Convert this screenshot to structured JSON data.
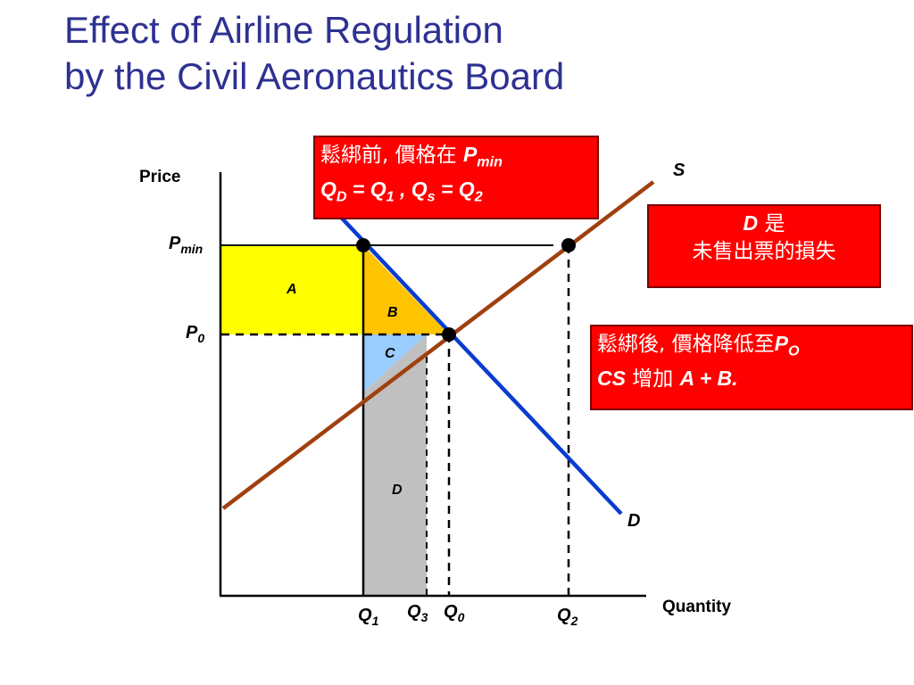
{
  "title": {
    "line1": "Effect of Airline Regulation",
    "line2": "by the Civil Aeronautics Board"
  },
  "axes": {
    "y_label": "Price",
    "x_label": "Quantity"
  },
  "price_labels": {
    "pmin_main": "P",
    "pmin_sub": "min",
    "p0_main": "P",
    "p0_sub": "0"
  },
  "quantity_labels": {
    "q1_main": "Q",
    "q1_sub": "1",
    "q3_main": "Q",
    "q3_sub": "3",
    "q0_main": "Q",
    "q0_sub": "0",
    "q2_main": "Q",
    "q2_sub": "2"
  },
  "curve_labels": {
    "supply": "S",
    "demand": "D"
  },
  "regions": {
    "a": "A",
    "b": "B",
    "c": "C",
    "d": "D"
  },
  "callout_before": {
    "line1_cjk": "鬆綁前, 價格在 ",
    "line1_p": "P",
    "line1_sub": "min",
    "line2_qd": "Q",
    "line2_qd_sub": "D",
    "line2_eq1": " = Q",
    "line2_q1_sub": "1",
    "line2_qs": " , Q",
    "line2_qs_sub": "s",
    "line2_eq2": " = Q",
    "line2_q2_sub": "2"
  },
  "callout_d": {
    "line1_d": "D",
    "line1_cjk": " 是",
    "line2_cjk": "未售出票的損失"
  },
  "callout_after": {
    "line1_cjk": "鬆綁後, 價格降低至",
    "line1_p": "P",
    "line1_sub": "O",
    "line2_cs": "CS",
    "line2_cjk": " 增加 ",
    "line2_ab": "A + B."
  },
  "colors": {
    "title": "#2e3192",
    "supply": "#a0400f",
    "demand": "#0a3ccf",
    "area_a": "#ffff00",
    "area_b": "#ffc400",
    "area_c": "#99ccff",
    "area_d": "#c0c0c0",
    "callout": "#ff0000"
  }
}
